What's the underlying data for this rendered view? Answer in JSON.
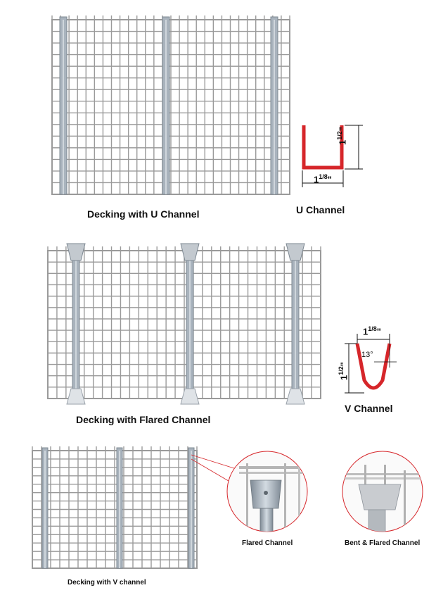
{
  "captions": {
    "decking_u": "Decking with U Channel",
    "u_channel": "U Channel",
    "decking_flared": "Decking with Flared Channel",
    "v_channel": "V Channel",
    "flared_detail": "Flared Channel",
    "bent_flared_detail": "Bent & Flared Channel",
    "decking_v": "Decking with V channel"
  },
  "dimensions": {
    "u_width": {
      "whole": "1",
      "frac": "1/8",
      "unit": "\""
    },
    "u_height": {
      "whole": "1",
      "frac": "1/2",
      "unit": "\""
    },
    "v_width": {
      "whole": "1",
      "frac": "1/8",
      "unit": "\""
    },
    "v_height": {
      "whole": "1",
      "frac": "1/2",
      "unit": "\""
    },
    "v_angle": "13°"
  },
  "colors": {
    "wire": "#9a9a9a",
    "channel": "#a9b3bd",
    "profile": "#d6262a",
    "dimension": "#111111"
  }
}
